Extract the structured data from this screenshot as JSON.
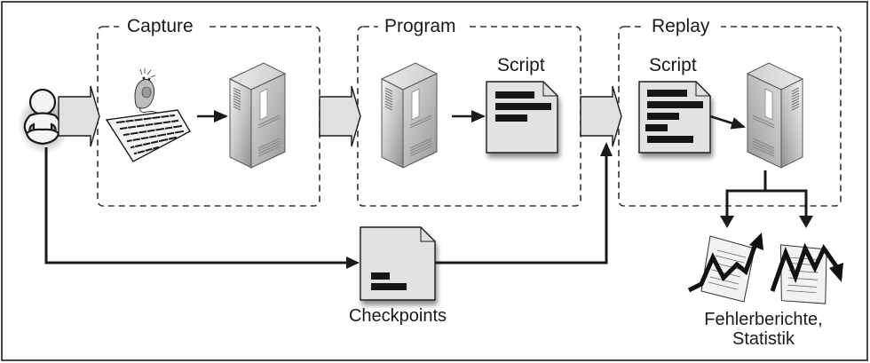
{
  "diagram": {
    "stages": [
      {
        "id": "capture",
        "title": "Capture"
      },
      {
        "id": "program",
        "title": "Program",
        "script_label": "Script"
      },
      {
        "id": "replay",
        "title": "Replay",
        "script_label": "Script"
      }
    ],
    "checkpoints_label": "Checkpoints",
    "output_label_line1": "Fehlerberichte,",
    "output_label_line2": "Statistik",
    "icons": {
      "user": "person-icon",
      "mouse": "mouse-icon",
      "keyboard": "keyboard-icon",
      "server": "server-icon",
      "script": "document-icon",
      "reports": "chart-report-icon"
    },
    "colors": {
      "stroke": "#1a1a1a",
      "doc_fill": "#e2e2e2",
      "arrow_fill": "#e0e0e0",
      "dash": "#333333"
    }
  }
}
